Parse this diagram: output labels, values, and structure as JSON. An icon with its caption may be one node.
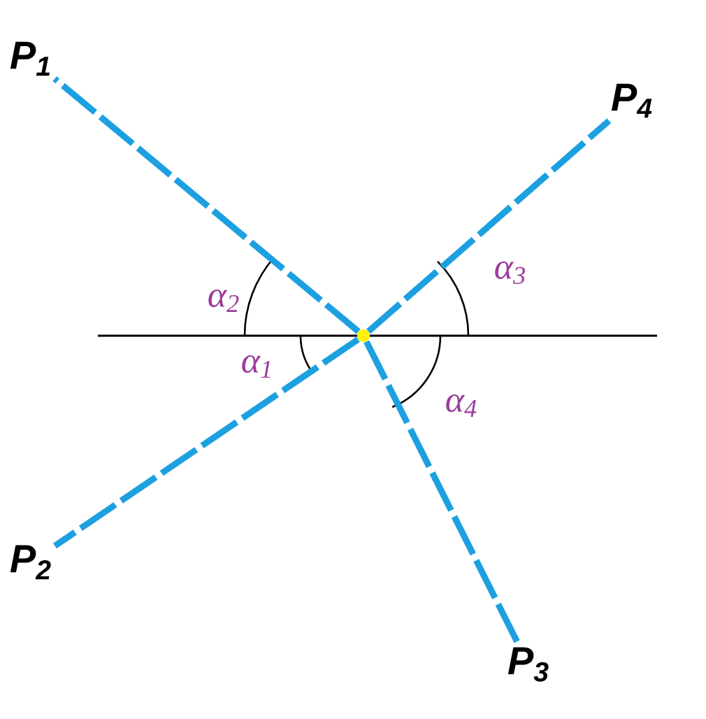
{
  "diagram": {
    "nodes": [
      {
        "text": [],
        "shape": "circle"
      },
      {
        "text": [
          "P$_{1}$"
        ]
      },
      {
        "text": [
          "P$_{4}$"
        ]
      },
      {
        "text": [
          "P$_{2}$"
        ]
      },
      {
        "text": [
          "P$_{3}$"
        ]
      }
    ],
    "edges": [
      {
        "from": 0,
        "to": 1,
        "arrow": "none",
        "style": "dashed"
      },
      {
        "from": 0,
        "to": 2,
        "arrow": "none",
        "style": "dashed"
      },
      {
        "from": 0,
        "to": 3,
        "arrow": "none",
        "style": "dashed"
      },
      {
        "from": 0,
        "to": 4,
        "arrow": "none",
        "style": "dashed"
      }
    ],
    "labels": [
      "α$_{2}$",
      "α$_{3}$",
      "α$_{1}$",
      "α$_{4}$"
    ]
  }
}
